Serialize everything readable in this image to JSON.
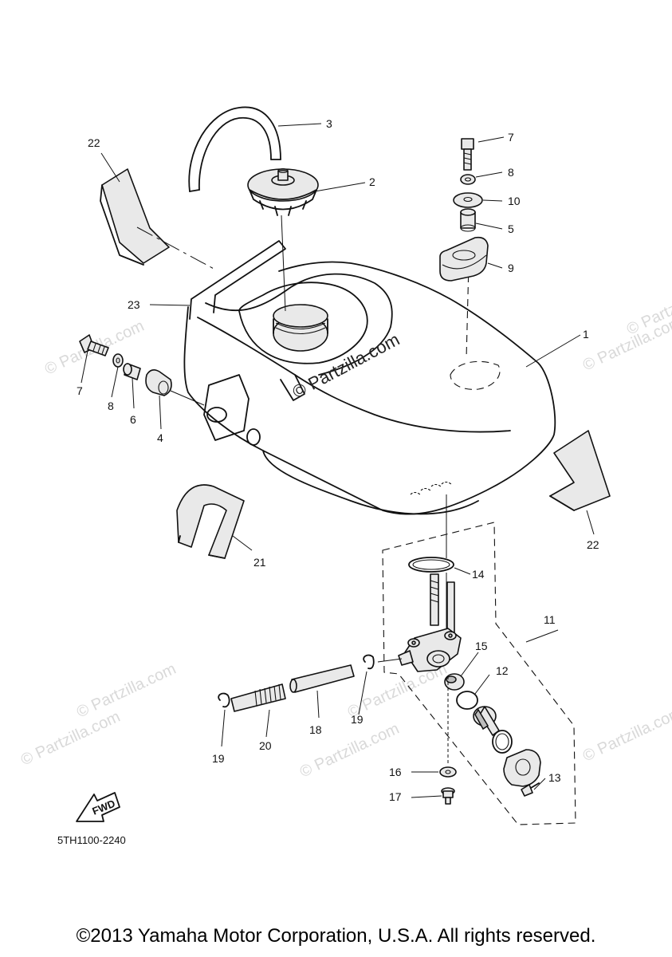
{
  "diagram": {
    "part_labels": [
      "1",
      "2",
      "3",
      "4",
      "5",
      "6",
      "7",
      "7",
      "8",
      "8",
      "9",
      "10",
      "11",
      "12",
      "13",
      "14",
      "15",
      "16",
      "17",
      "18",
      "19",
      "19",
      "20",
      "21",
      "22",
      "22",
      "23"
    ],
    "diagram_code": "5TH1100-2240",
    "fwd_label": "FWD",
    "center_watermark": "© Partzilla.com",
    "watermarks": [
      "© Partzilla.com",
      "© Partzilla.com",
      "© Partzilla.com",
      "© Partzilla.com",
      "© Partzilla.com",
      "© Partzilla.com",
      "© Partzilla.com",
      "© Partzilla.com"
    ]
  },
  "footer": {
    "copyright": "©2013 Yamaha Motor Corporation, U.S.A. All rights reserved."
  }
}
